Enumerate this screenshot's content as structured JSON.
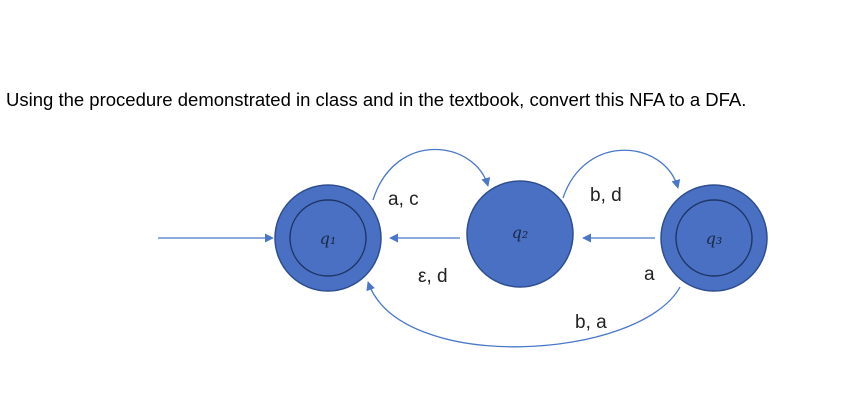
{
  "question": {
    "text": "Using the procedure demonstrated in class and in the textbook, convert this NFA to a DFA."
  },
  "colors": {
    "state_fill": "#4a70c4",
    "state_stroke": "#2f4e8f",
    "edge": "#4a78c8"
  },
  "nfa": {
    "states": [
      {
        "id": "q1",
        "label": "q₁",
        "accepting": true,
        "start": true
      },
      {
        "id": "q2",
        "label": "q₂",
        "accepting": false,
        "start": false
      },
      {
        "id": "q3",
        "label": "q₃",
        "accepting": true,
        "start": false
      }
    ],
    "transitions": [
      {
        "from": "q1",
        "to": "q2",
        "label": "a, c"
      },
      {
        "from": "q2",
        "to": "q1",
        "label": "ε, d"
      },
      {
        "from": "q2",
        "to": "q3",
        "label": "b, d"
      },
      {
        "from": "q3",
        "to": "q2",
        "label": "a"
      },
      {
        "from": "q3",
        "to": "q1",
        "label": "b, a"
      }
    ]
  }
}
